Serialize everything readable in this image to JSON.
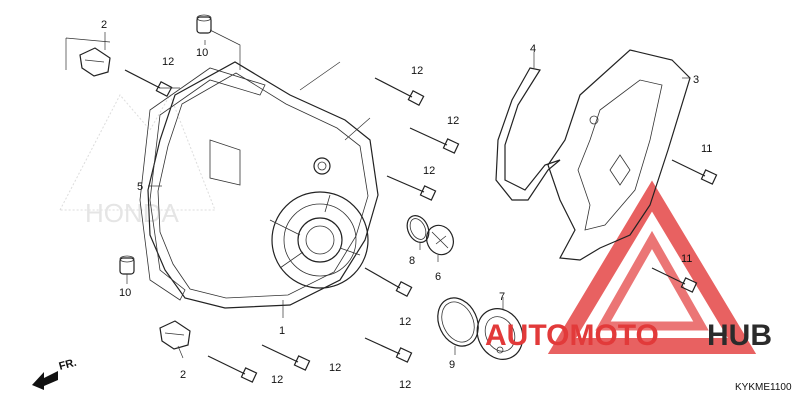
{
  "callouts": [
    {
      "id": "c1",
      "text": "1"
    },
    {
      "id": "c2a",
      "text": "2"
    },
    {
      "id": "c2b",
      "text": "2"
    },
    {
      "id": "c3",
      "text": "3"
    },
    {
      "id": "c4",
      "text": "4"
    },
    {
      "id": "c5",
      "text": "5"
    },
    {
      "id": "c6",
      "text": "6"
    },
    {
      "id": "c7",
      "text": "7"
    },
    {
      "id": "c8",
      "text": "8"
    },
    {
      "id": "c9",
      "text": "9"
    },
    {
      "id": "c10a",
      "text": "10"
    },
    {
      "id": "c10b",
      "text": "10"
    },
    {
      "id": "c11a",
      "text": "11"
    },
    {
      "id": "c11b",
      "text": "11"
    },
    {
      "id": "c12a",
      "text": "12"
    },
    {
      "id": "c12b",
      "text": "12"
    },
    {
      "id": "c12c",
      "text": "12"
    },
    {
      "id": "c12d",
      "text": "12"
    },
    {
      "id": "c12e",
      "text": "12"
    },
    {
      "id": "c12f",
      "text": "12"
    },
    {
      "id": "c12g",
      "text": "12"
    },
    {
      "id": "c12h",
      "text": "12"
    }
  ],
  "direction_label": "FR.",
  "diagram_code": "KYKME1100",
  "watermark": {
    "brand": "AUTOMOTOHUB",
    "brand_part1": "AUTOMOTO",
    "brand_part2": "HUB",
    "color_red": "#e23a3a",
    "color_dark": "#2b2b2b"
  },
  "background_logo_text": "HONDA"
}
